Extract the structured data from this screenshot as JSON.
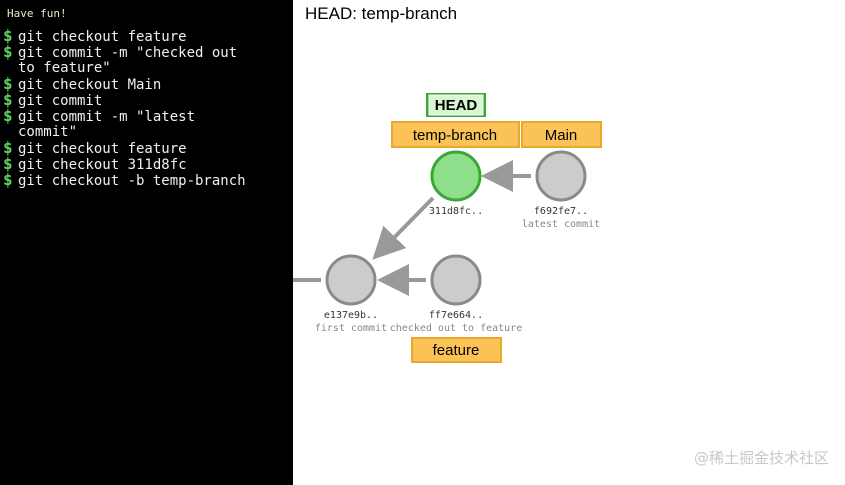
{
  "terminal": {
    "header": "Have fun!",
    "prompt_symbol": "$",
    "commands": [
      [
        "git checkout feature"
      ],
      [
        "git commit -m \"checked out",
        "to feature\""
      ],
      [
        "git checkout Main"
      ],
      [
        "git commit"
      ],
      [
        "git commit -m \"latest",
        "commit\""
      ],
      [
        "git checkout feature"
      ],
      [
        "git checkout 311d8fc"
      ],
      [
        "git checkout -b temp-branch"
      ]
    ]
  },
  "diagram": {
    "head_ref": "HEAD: temp-branch",
    "head_label": "HEAD",
    "branches": {
      "temp_branch": "temp-branch",
      "main": "Main",
      "feature": "feature"
    },
    "commits": [
      {
        "id": "e137e9b..",
        "message": "first commit",
        "current": false
      },
      {
        "id": "ff7e664..",
        "message": "checked out to feature",
        "current": false
      },
      {
        "id": "311d8fc..",
        "message": "",
        "current": true
      },
      {
        "id": "f692fe7..",
        "message": "latest commit",
        "current": false
      }
    ],
    "colors": {
      "commit_fill": "#cccccc",
      "commit_stroke": "#8a8a8a",
      "current_fill": "#8fe08c",
      "current_stroke": "#3ca638",
      "branch_fill": "#fbc257",
      "branch_stroke": "#e8a82b",
      "head_fill": "#d7f7d1",
      "head_stroke": "#3ca638",
      "arrow": "#999999"
    }
  },
  "watermark": "@稀土掘金技术社区"
}
